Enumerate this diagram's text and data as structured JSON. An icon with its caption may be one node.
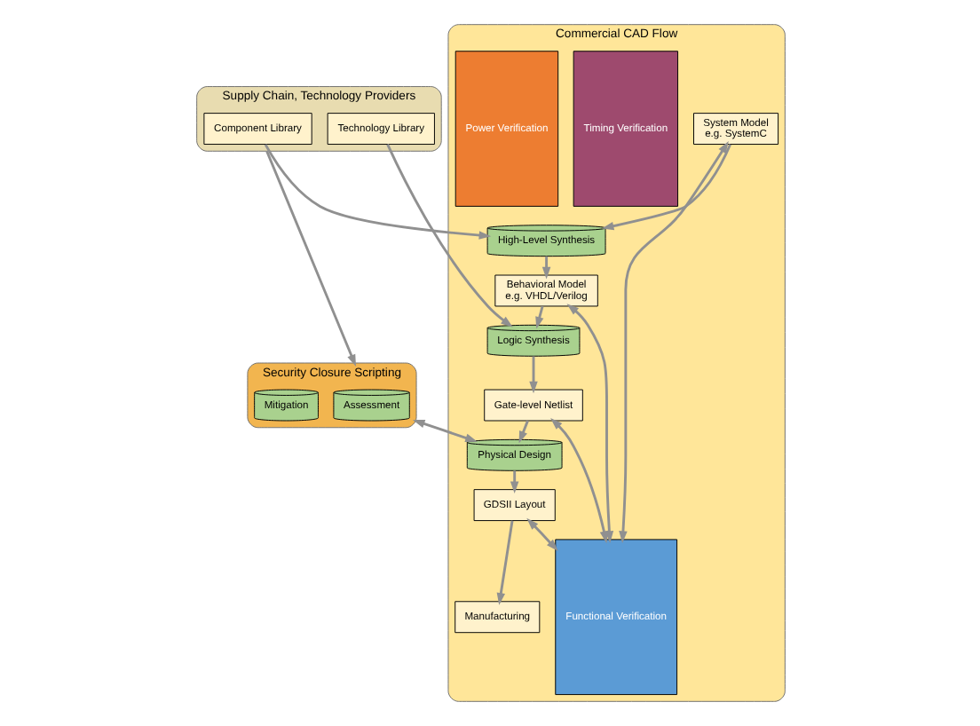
{
  "diagram": {
    "nodes": [
      {
        "text": [
          "Supply Chain, Technology Providers"
        ]
      },
      {
        "text": [
          "Component Library"
        ],
        "in": 0
      },
      {
        "text": [
          "Technology Library"
        ],
        "in": 0
      },
      {
        "text": [
          "Security Closure Scripting"
        ]
      },
      {
        "text": [
          "Assessment"
        ],
        "in": 3
      },
      {
        "text": [
          "Mitigation"
        ],
        "in": 3
      },
      {
        "text": [
          "Commercial CAD Flow"
        ]
      },
      {
        "text": [
          "System Model",
          "e.g. SystemC"
        ],
        "in": 6
      },
      {
        "text": [
          "High-Level Synthesis"
        ],
        "in": 6
      },
      {
        "text": [
          "Behavioral Model",
          "e.g. VHDL/Verilog"
        ],
        "in": 6
      },
      {
        "text": [
          "Logic Synthesis"
        ],
        "in": 6
      },
      {
        "text": [
          "Gate-level Netlist"
        ],
        "in": 6
      },
      {
        "text": [
          "Physical Design"
        ],
        "in": 6
      },
      {
        "text": [
          "GDSII Layout"
        ],
        "in": 6
      },
      {
        "text": [
          "Manufacturing"
        ],
        "in": 6
      },
      {
        "text": [
          "Functional Verification"
        ],
        "in": 6
      },
      {
        "text": [
          "Timing Verification"
        ],
        "in": 6
      },
      {
        "text": [
          "Power Verification"
        ],
        "in": 6
      }
    ],
    "edges": [
      {
        "from": 1,
        "to": 8,
        "arrow": "to"
      },
      {
        "from": 2,
        "to": 10,
        "arrow": "to"
      },
      {
        "from": 0,
        "to": 3,
        "arrow": "to"
      },
      {
        "from": 7,
        "to": 8,
        "arrow": "to"
      },
      {
        "from": 8,
        "to": 9,
        "arrow": "to"
      },
      {
        "from": 9,
        "to": 10,
        "arrow": "to"
      },
      {
        "from": 10,
        "to": 11,
        "arrow": "to"
      },
      {
        "from": 11,
        "to": 12,
        "arrow": "to"
      },
      {
        "from": 12,
        "to": 13,
        "arrow": "to"
      },
      {
        "from": 13,
        "to": 14,
        "arrow": "to"
      },
      {
        "from": 7,
        "to": 15,
        "arrow": "both"
      },
      {
        "from": 9,
        "to": 15,
        "arrow": "both"
      },
      {
        "from": 11,
        "to": 15,
        "arrow": "both"
      },
      {
        "from": 13,
        "to": 15,
        "arrow": "both"
      },
      {
        "from": 3,
        "to": 12,
        "arrow": "both"
      }
    ]
  }
}
